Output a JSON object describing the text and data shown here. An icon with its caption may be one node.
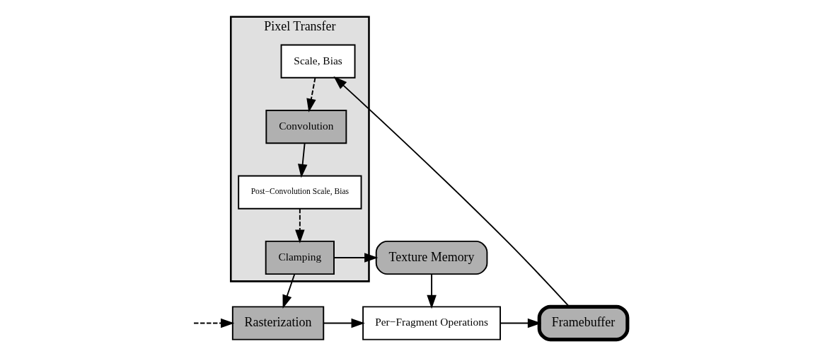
{
  "diagram": {
    "nodes": [
      {
        "text": [
          "Rasterization"
        ]
      },
      {
        "text": [
          "Per−Fragment Operations"
        ]
      },
      {
        "text": [
          "Framebuffer"
        ]
      },
      {
        "text": [
          "Texture Memory"
        ]
      },
      {
        "text": [
          "Pixel Transfer"
        ]
      },
      {
        "text": [
          "Scale, Bias"
        ],
        "in": 4
      },
      {
        "text": [
          "Convolution"
        ],
        "in": 4
      },
      {
        "text": [
          "Post−Convolution Scale, Bias"
        ],
        "in": 4
      },
      {
        "text": [
          "Clamping"
        ],
        "in": 4
      }
    ],
    "edges": [
      {
        "from": null,
        "to": 0,
        "arrow": "to",
        "style": "dashed"
      },
      {
        "from": 0,
        "to": 1,
        "arrow": "to"
      },
      {
        "from": 1,
        "to": 2,
        "arrow": "to"
      },
      {
        "from": 2,
        "to": 5,
        "arrow": "to"
      },
      {
        "from": 5,
        "to": 6,
        "arrow": "to",
        "style": "dashed"
      },
      {
        "from": 6,
        "to": 7,
        "arrow": "to"
      },
      {
        "from": 7,
        "to": 8,
        "arrow": "to",
        "style": "dashed"
      },
      {
        "from": 3,
        "to": 1,
        "arrow": "to"
      },
      {
        "from": 8,
        "to": 3,
        "arrow": "to"
      },
      {
        "from": 8,
        "to": 0,
        "arrow": "to"
      }
    ]
  }
}
